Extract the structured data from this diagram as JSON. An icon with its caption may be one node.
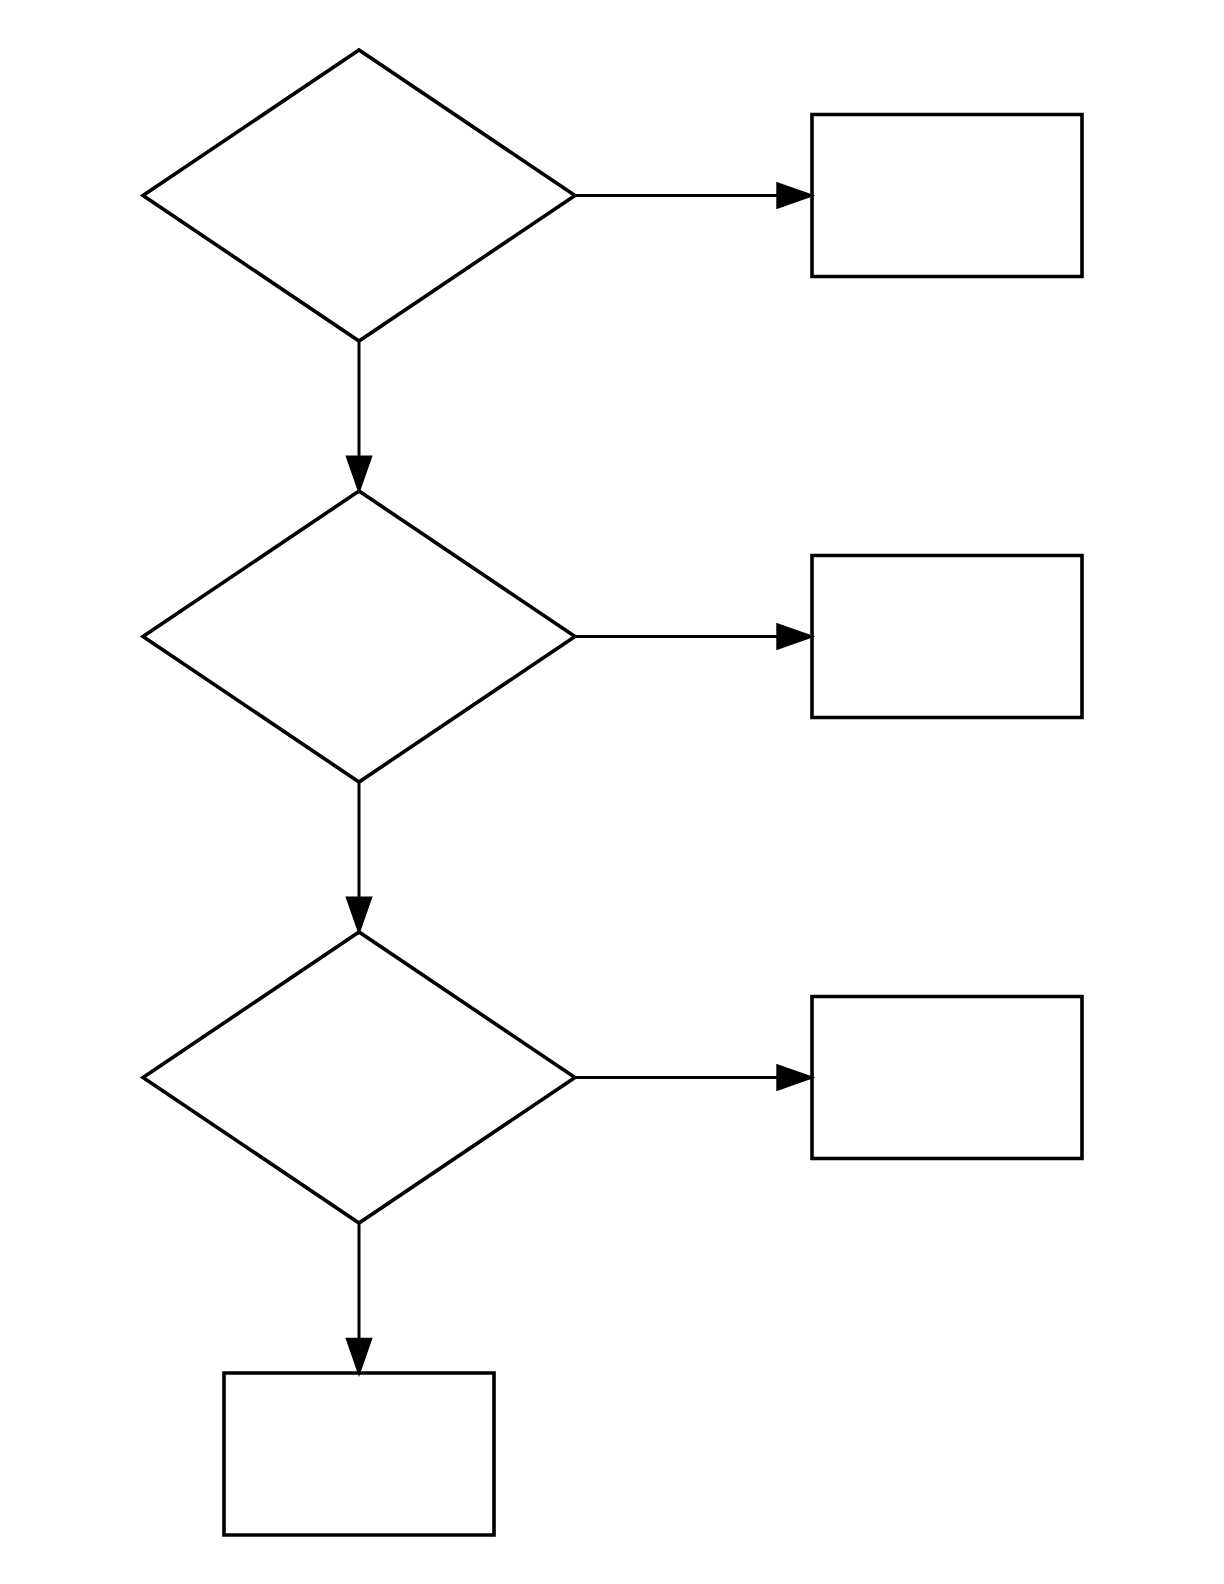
{
  "diagram": {
    "nodes": [
      {
        "text": [],
        "shape": "diamond"
      },
      {
        "text": [],
        "shape": "box"
      },
      {
        "text": [],
        "shape": "diamond"
      },
      {
        "text": [],
        "shape": "box"
      },
      {
        "text": [],
        "shape": "diamond"
      },
      {
        "text": [],
        "shape": "box"
      },
      {
        "text": [],
        "shape": "box"
      }
    ],
    "edges": [
      {
        "from": 0,
        "to": 1,
        "arrow": "to"
      },
      {
        "from": 0,
        "to": 2,
        "arrow": "to"
      },
      {
        "from": 2,
        "to": 3,
        "arrow": "to"
      },
      {
        "from": 2,
        "to": 4,
        "arrow": "to"
      },
      {
        "from": 4,
        "to": 5,
        "arrow": "to"
      },
      {
        "from": 4,
        "to": 6,
        "arrow": "to"
      }
    ]
  }
}
